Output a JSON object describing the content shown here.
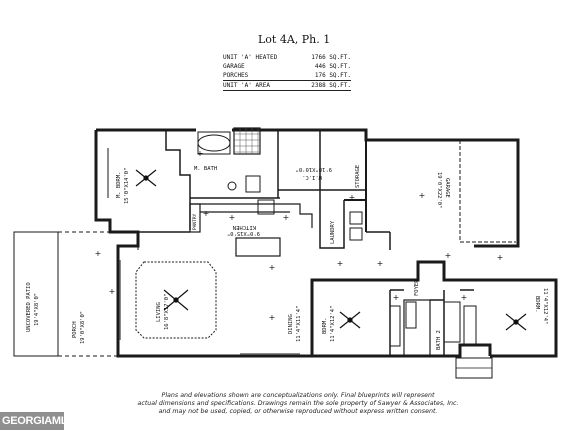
{
  "title": "Lot 4A, Ph. 1",
  "area_table": [
    {
      "label": "UNIT 'A' HEATED",
      "value": "1766 SQ.FT."
    },
    {
      "label": "GARAGE",
      "value": "446 SQ.FT."
    },
    {
      "label": "PORCHES",
      "value": "176 SQ.FT."
    },
    {
      "label": "UNIT 'A' AREA",
      "value": "2388 SQ.FT."
    }
  ],
  "rooms": {
    "master_bedroom": {
      "name": "M. BDRM.",
      "size": "15'0\"X14'0\""
    },
    "master_bath": {
      "name": "M. BATH"
    },
    "wic": {
      "name": "W.I.C.",
      "size": "9'10\"X10'0\""
    },
    "storage": {
      "name": "STORAGE"
    },
    "garage": {
      "name": "GARAGE",
      "size": "19'0\"X22'0\""
    },
    "kitchen": {
      "name": "KITCHEN",
      "size": "9'0\"X15'0\""
    },
    "pantry": {
      "name": "PANTRY"
    },
    "laundry": {
      "name": "LAUNDRY"
    },
    "living": {
      "name": "LIVING",
      "size": "16'8\"X17'0\""
    },
    "dining": {
      "name": "DINING",
      "size": "11'4\"X11'4\""
    },
    "bedroom_a": {
      "name": "BDRM.",
      "size": "11'4\"X12'4\""
    },
    "bedroom_b": {
      "name": "BDRM.",
      "size": "11'4\"X12'4\""
    },
    "foyer": {
      "name": "FOYER"
    },
    "bath2": {
      "name": "BATH 2"
    },
    "patio": {
      "name": "UNCOVERED PATIO",
      "size": "19'4\"X8'0\""
    },
    "porch": {
      "name": "PORCH",
      "size": "19'0\"X8'0\""
    }
  },
  "notes": [
    "Plans and elevations shown are conceptualizations only. Final blueprints will represent",
    "actual dimensions and specifications. Drawings remain the sole property of Sawyer & Associates, Inc.",
    "and may not be used, copied, or otherwise reproduced without express written consent."
  ],
  "watermark": "GEORGIAMLS"
}
